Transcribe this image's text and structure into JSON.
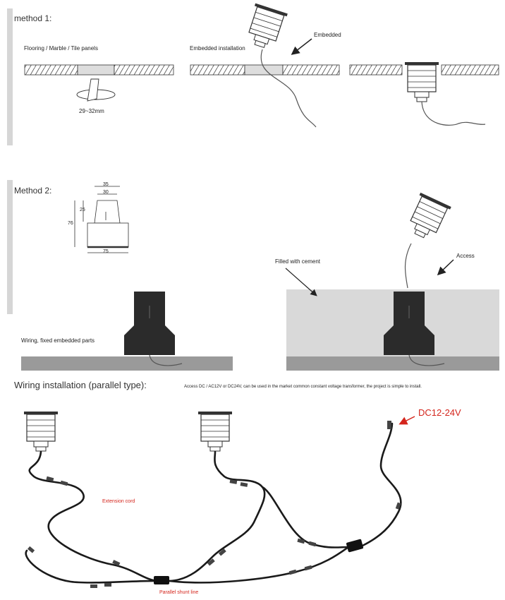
{
  "method1": {
    "title": "method 1:",
    "label_flooring": "Flooring / Marble / Tile panels",
    "label_embedded_installation": "Embedded installation",
    "label_embedded": "Embedded",
    "hole_size": "29~32mm"
  },
  "method2": {
    "title": "Method 2:",
    "dim_35": "35",
    "dim_30": "30",
    "dim_25": "25",
    "dim_76": "76",
    "dim_75": "75",
    "label_filled": "Filled with cement",
    "label_access": "Access",
    "label_wiring": "Wiring, fixed embedded parts"
  },
  "wiring": {
    "title": "Wiring installation (parallel type):",
    "note": "Access DC / AC12V or DC24V, can be used in the market common constant voltage transformer, the project is simple to install.",
    "label_dc": "DC12-24V",
    "label_extension": "Extension cord",
    "label_shunt": "Parallel shunt line",
    "accent_color": "#d4251c"
  }
}
